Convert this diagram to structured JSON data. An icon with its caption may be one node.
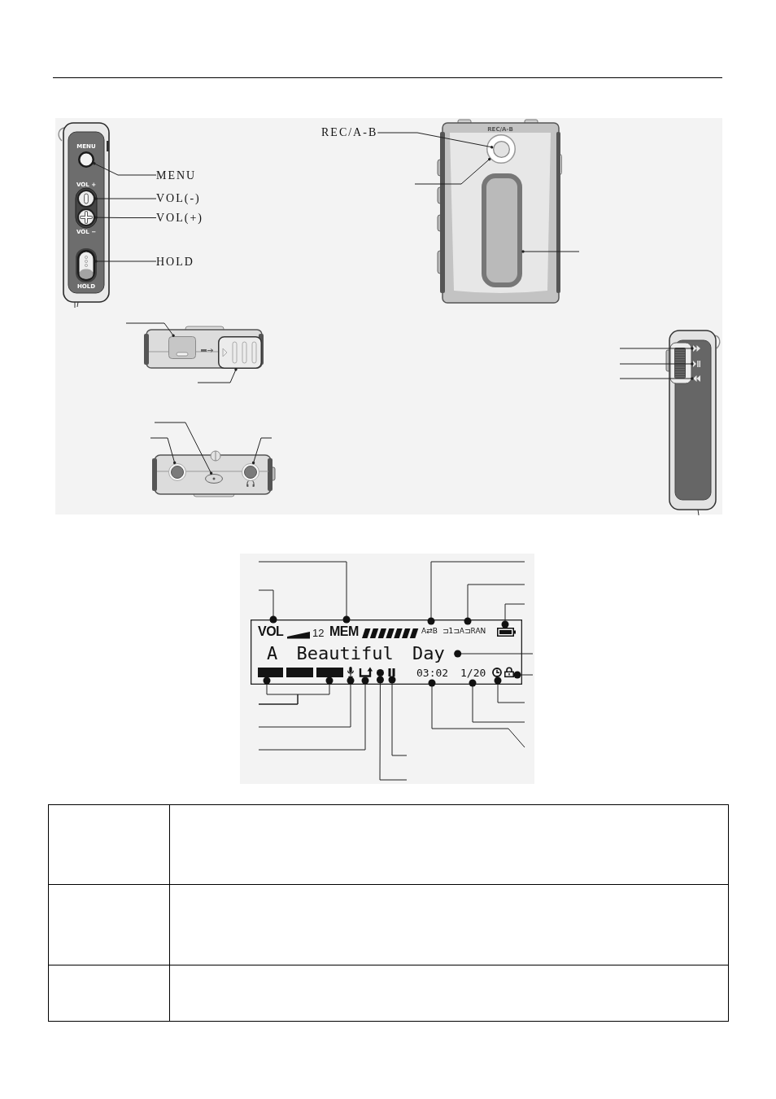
{
  "diagram": {
    "nodes": [
      {
        "text": [],
        "shape": "circle",
        "beside": [
          "MENU"
        ]
      },
      {
        "text": [
          "MENU"
        ]
      },
      {
        "text": [],
        "shape": "circle",
        "beside": [
          "VOL +"
        ]
      },
      {
        "text": [
          "VOL(-)"
        ]
      },
      {
        "text": [],
        "shape": "circle",
        "beside": [
          "VOL −"
        ]
      },
      {
        "text": [
          "VOL(+)"
        ]
      },
      {
        "text": [],
        "shape": "box",
        "beside": [
          "HOLD"
        ]
      },
      {
        "text": [
          "HOLD"
        ]
      },
      {
        "text": [
          "REC/A-B"
        ]
      },
      {
        "text": [],
        "shape": "circle",
        "beside": [
          "REC/A-B"
        ]
      },
      {
        "text": [],
        "shape": "circle",
        "in": 9
      },
      {
        "text": [],
        "shape": "box"
      },
      {
        "text": [],
        "shape": "box"
      },
      {
        "text": [],
        "shape": "box"
      },
      {
        "text": [],
        "shape": "circle"
      },
      {
        "text": [],
        "shape": "circle"
      },
      {
        "text": [],
        "shape": "circle"
      },
      {
        "text": [],
        "shape": "picture"
      },
      {
        "text": [],
        "shape": "picture"
      },
      {
        "text": [],
        "shape": "picture"
      },
      {
        "text": [],
        "shape": "box"
      },
      {
        "text": [
          "VOL"
        ],
        "in": 20
      },
      {
        "text": [
          "MEM"
        ],
        "in": 20
      },
      {
        "text": [
          "A⇄B"
        ],
        "in": 20
      },
      {
        "text": [
          "⊐1⊐A⊐RAN"
        ],
        "in": 20
      },
      {
        "text": [],
        "shape": "picture",
        "in": 20
      },
      {
        "text": [
          "A Beautiful Day"
        ],
        "in": 20
      },
      {
        "text": [],
        "shape": "bar",
        "in": 20
      },
      {
        "text": [],
        "shape": "bar",
        "in": 20
      },
      {
        "text": [],
        "shape": "bar",
        "in": 20
      },
      {
        "text": [],
        "shape": "picture",
        "in": 20
      },
      {
        "text": [],
        "shape": "picture",
        "in": 20
      },
      {
        "text": [],
        "shape": "circle",
        "in": 20
      },
      {
        "text": [],
        "shape": "picture",
        "in": 20
      },
      {
        "text": [
          "03:02"
        ],
        "in": 20
      },
      {
        "text": [
          "1/20"
        ],
        "in": 20
      },
      {
        "text": [],
        "shape": "picture",
        "in": 20
      },
      {
        "text": [],
        "shape": "picture",
        "in": 20
      }
    ],
    "edges": [
      {
        "from": 1,
        "to": 0,
        "arrow": "other"
      },
      {
        "from": 3,
        "to": 2,
        "arrow": "other"
      },
      {
        "from": 5,
        "to": 4,
        "arrow": "other"
      },
      {
        "from": 7,
        "to": 6,
        "arrow": "other"
      },
      {
        "from": 8,
        "to": 10,
        "arrow": "other"
      },
      {
        "from": null,
        "to": 9,
        "arrow": "other"
      },
      {
        "from": null,
        "to": 11,
        "arrow": "other"
      },
      {
        "from": null,
        "to": 12,
        "arrow": "other"
      },
      {
        "from": null,
        "to": 13,
        "arrow": "other"
      },
      {
        "from": null,
        "to": 15,
        "arrow": "other"
      },
      {
        "from": null,
        "to": 14,
        "arrow": "other"
      },
      {
        "from": null,
        "to": 16,
        "arrow": "other"
      },
      {
        "from": null,
        "to": 17,
        "arrow": "other"
      },
      {
        "from": null,
        "to": 18,
        "arrow": "other"
      },
      {
        "from": null,
        "to": 19,
        "arrow": "other"
      },
      {
        "from": null,
        "to": 21,
        "arrow": "other"
      },
      {
        "from": null,
        "to": 22,
        "arrow": "other"
      },
      {
        "from": null,
        "to": 23,
        "arrow": "other"
      },
      {
        "from": null,
        "to": 24,
        "arrow": "other"
      },
      {
        "from": null,
        "to": 25,
        "arrow": "other"
      },
      {
        "from": null,
        "to": 26,
        "arrow": "other"
      },
      {
        "from": null,
        "to": 37,
        "arrow": "other"
      },
      {
        "from": null,
        "to": 27,
        "arrow": "other"
      },
      {
        "from": null,
        "to": 29,
        "arrow": "other"
      },
      {
        "from": null,
        "to": 30,
        "arrow": "other"
      },
      {
        "from": null,
        "to": 31,
        "arrow": "other"
      },
      {
        "from": null,
        "to": 32,
        "arrow": "other"
      },
      {
        "from": null,
        "to": 33,
        "arrow": "other"
      },
      {
        "from": null,
        "to": 34,
        "arrow": "other"
      },
      {
        "from": null,
        "to": 35,
        "arrow": "other"
      },
      {
        "from": null,
        "to": 36,
        "arrow": "other"
      }
    ],
    "labels": [
      "12"
    ]
  }
}
